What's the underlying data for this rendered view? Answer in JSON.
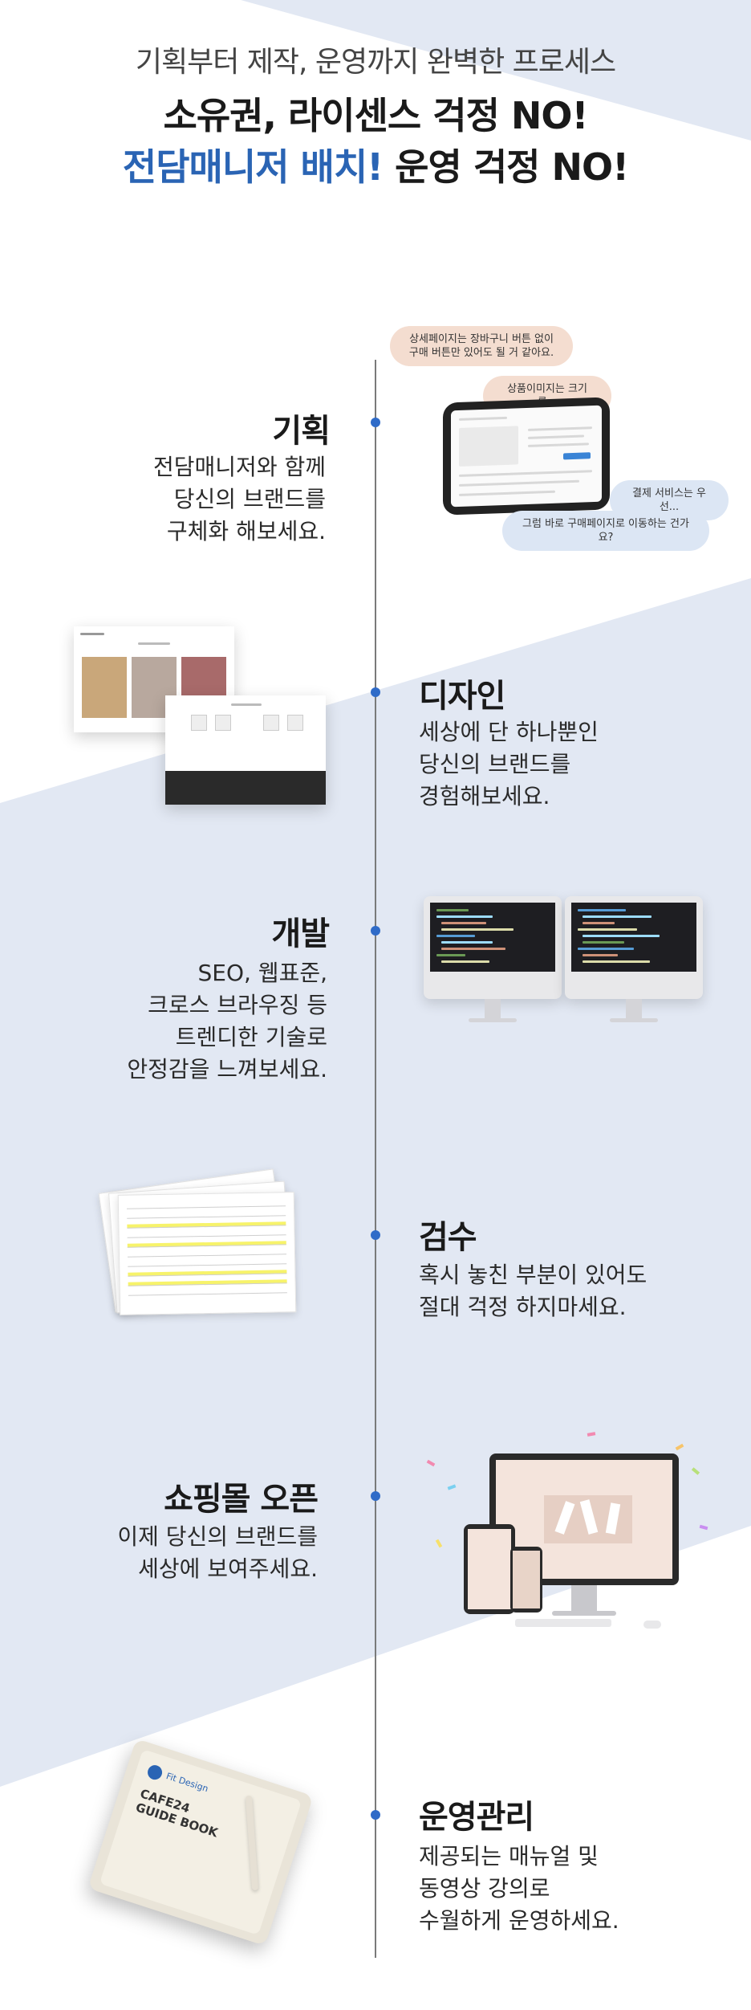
{
  "header": {
    "subtitle": "기획부터 제작, 운영까지 완벽한 프로세스",
    "line1": "소유권, 라이센스 걱정 NO!",
    "line2_highlight": "전담매니저 배치!",
    "line2_rest": " 운영 걱정 NO!"
  },
  "colors": {
    "accent": "#2a64b4",
    "timeline_dot": "#2f6bc8",
    "band": "#e2e8f3"
  },
  "steps": [
    {
      "title": "기획",
      "desc": "전담매니저와 함께\n당신의 브랜드를\n구체화 해보세요."
    },
    {
      "title": "디자인",
      "desc": "세상에 단 하나뿐인\n당신의 브랜드를\n경험해보세요."
    },
    {
      "title": "개발",
      "desc": "SEO, 웹표준,\n크로스 브라우징 등\n트렌디한 기술로\n안정감을 느껴보세요."
    },
    {
      "title": "검수",
      "desc": "혹시 놓친 부분이 있어도\n절대 걱정 하지마세요."
    },
    {
      "title": "쇼핑몰 오픈",
      "desc": "이제 당신의 브랜드를\n세상에 보여주세요."
    },
    {
      "title": "운영관리",
      "desc": "제공되는 매뉴얼 및\n동영상 강의로\n수월하게 운영하세요."
    }
  ],
  "bubbles": {
    "b1": "상세페이지는 장바구니 버튼 없이\n구매 버튼만 있어도 될 거 같아요.",
    "b2": "상품이미지는 크기를...",
    "b3": "결제 서비스는 우선...",
    "b4": "그럼 바로 구매페이지로 이동하는 건가요?"
  },
  "book": {
    "brand": "Fit Design",
    "title_line1": "CAFE24",
    "title_line2": "GUIDE BOOK"
  },
  "icons": [
    "timeline-dot-icon",
    "tablet-mockup-icon",
    "monitor-icon",
    "document-stack-icon",
    "guide-book-icon",
    "pen-icon"
  ]
}
